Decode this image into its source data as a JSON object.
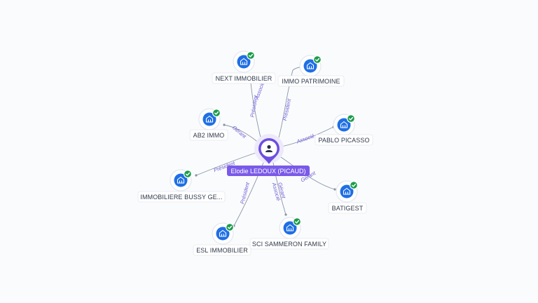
{
  "center": {
    "name": "Elodie LEDOUX (PICAUD)",
    "icon": "person-icon"
  },
  "colors": {
    "company": "#1f6fe5",
    "check": "#1a9c4a",
    "person_accent": "#6d4ee0",
    "edge": "#8a94a6",
    "edge_label": "#6b5bd6"
  },
  "companies": [
    {
      "id": "next-immobilier",
      "name": "NEXT IMMOBILIER",
      "roles": [
        "Associé",
        "Président"
      ],
      "verified": true,
      "icon": "building-icon"
    },
    {
      "id": "immo-patrimoine",
      "name": "IMMO PATRIMOINE",
      "roles": [
        "Président"
      ],
      "verified": true,
      "icon": "building-icon"
    },
    {
      "id": "ab2-immo",
      "name": "AB2 IMMO",
      "roles": [
        "Gérant"
      ],
      "verified": true,
      "icon": "building-icon"
    },
    {
      "id": "pablo-picasso",
      "name": "PABLO PICASSO",
      "roles": [
        "Associé"
      ],
      "verified": true,
      "icon": "building-icon"
    },
    {
      "id": "immobiliere-bussy",
      "name": "IMMOBILIERE BUSSY GE...",
      "roles": [
        "Président"
      ],
      "verified": true,
      "icon": "building-icon"
    },
    {
      "id": "batigest",
      "name": "BATIGEST",
      "roles": [
        "Gérant"
      ],
      "verified": true,
      "icon": "building-icon"
    },
    {
      "id": "esl-immobilier",
      "name": "ESL IMMOBILIER",
      "roles": [
        "Président"
      ],
      "verified": true,
      "icon": "building-icon"
    },
    {
      "id": "sci-sammeron-family",
      "name": "SCI SAMMERON FAMILY",
      "roles": [
        "Gérant",
        "Associé"
      ],
      "verified": true,
      "icon": "building-icon"
    }
  ]
}
